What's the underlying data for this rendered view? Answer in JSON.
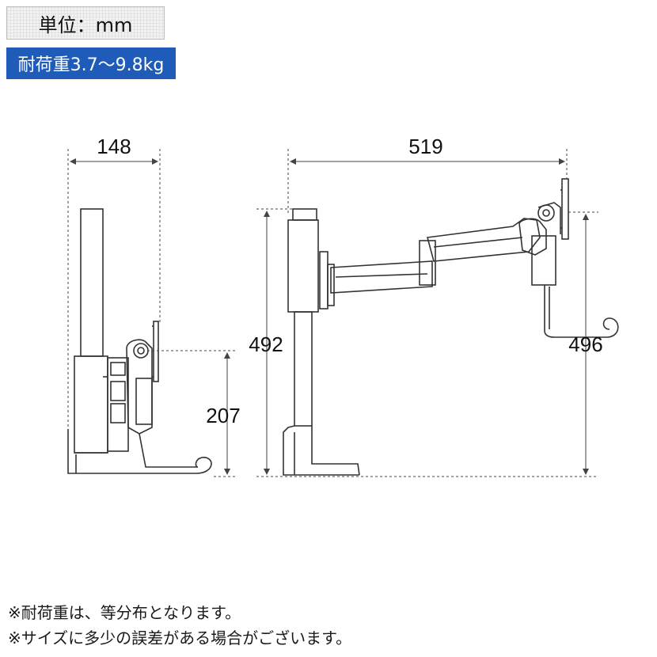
{
  "header": {
    "unit_label": "単位：mm",
    "load_label": "耐荷重3.7〜9.8kg"
  },
  "dimensions": {
    "side_width": "148",
    "front_width": "519",
    "pole_height": "492",
    "side_mount_height": "207",
    "arm_height": "496"
  },
  "notes": [
    "※耐荷重は、等分布となります。",
    "※サイズに多少の誤差がある場合がございます。"
  ],
  "colors": {
    "line": "#333333",
    "badge_bg": "#1f5bb8",
    "badge_text": "#ffffff"
  }
}
